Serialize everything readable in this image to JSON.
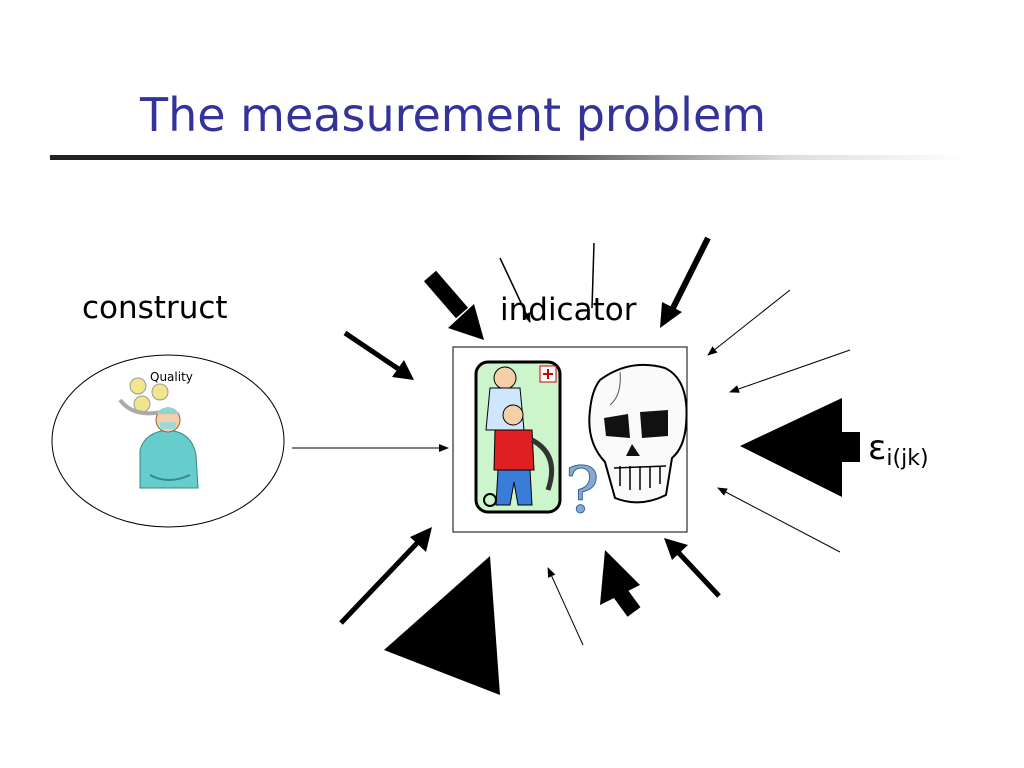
{
  "title": "The measurement problem",
  "labels": {
    "construct": "construct",
    "indicator": "indicator",
    "quality": "Quality",
    "error_symbol": "ε",
    "error_subscript": "i(jk)",
    "question_mark": "?"
  },
  "colors": {
    "title": "#333399",
    "rule": "#222222"
  }
}
